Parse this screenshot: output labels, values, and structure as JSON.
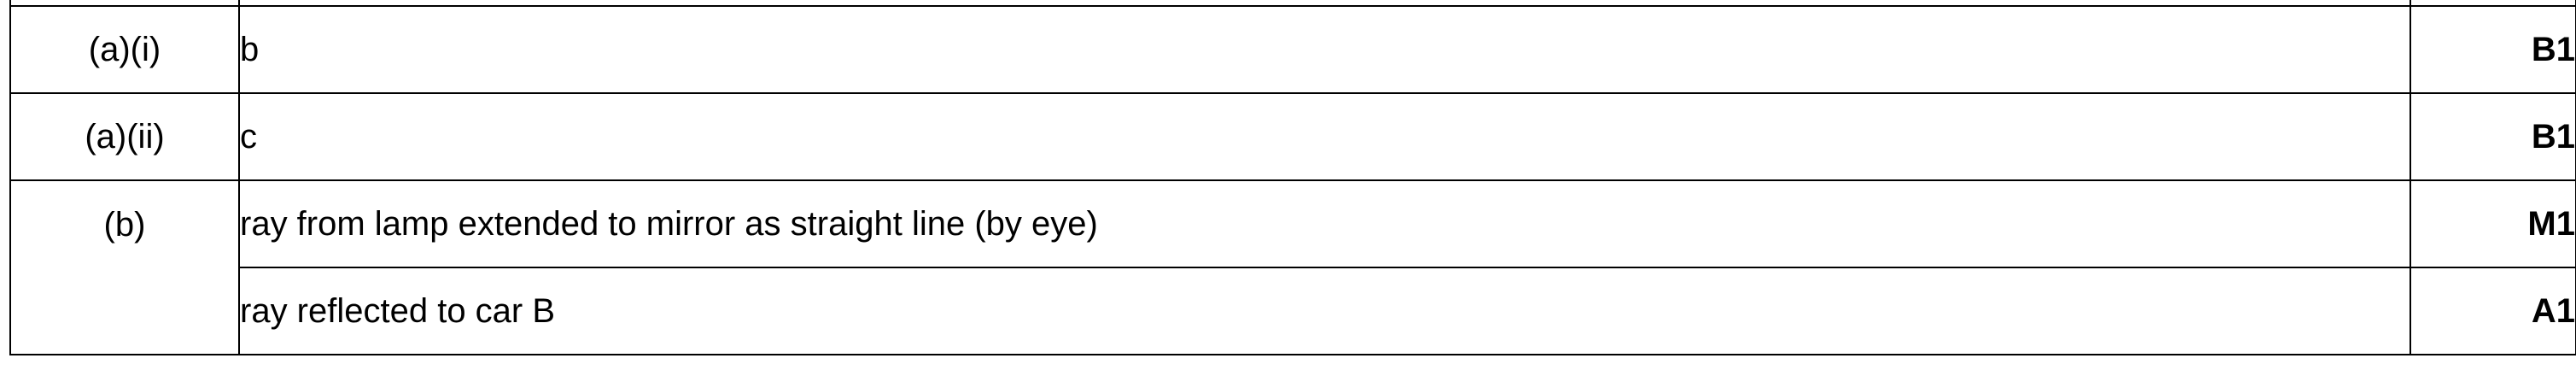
{
  "rows": [
    {
      "question": "(a)(i)",
      "answer": "b",
      "mark": "B1"
    },
    {
      "question": "(a)(ii)",
      "answer": "c",
      "mark": "B1"
    },
    {
      "question": "(b)",
      "answer": "ray from lamp extended to mirror as straight line (by eye)",
      "mark": "M1"
    },
    {
      "question": "",
      "answer": "ray reflected to car B",
      "mark": "A1"
    }
  ]
}
